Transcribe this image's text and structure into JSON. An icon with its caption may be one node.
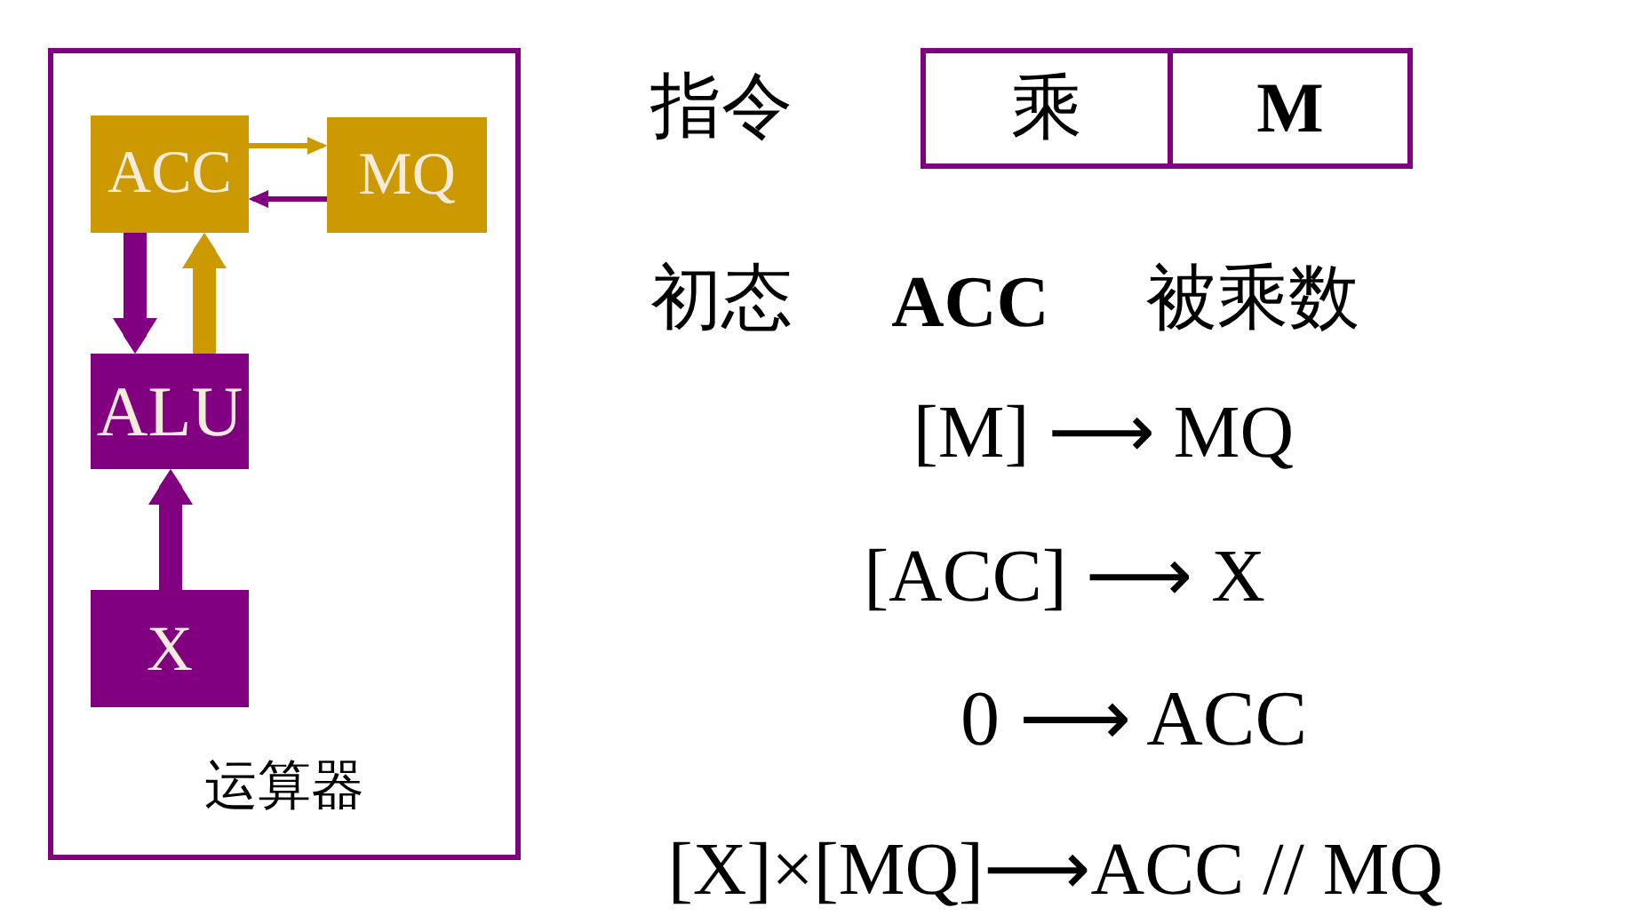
{
  "diagram": {
    "nodes": [
      {
        "text": [
          "运算器"
        ]
      },
      {
        "text": [
          "ACC"
        ],
        "in": 0
      },
      {
        "text": [
          "MQ"
        ],
        "in": 0
      },
      {
        "text": [
          "ALU"
        ],
        "in": 0
      },
      {
        "text": [
          "X"
        ],
        "in": 0
      },
      {
        "text": [
          "乘"
        ]
      },
      {
        "text": [
          "M"
        ]
      }
    ],
    "edges": [
      {
        "from": 1,
        "to": 2,
        "arrow": "to",
        "color": "#cc9900"
      },
      {
        "from": 2,
        "to": 1,
        "arrow": "to"
      },
      {
        "from": 1,
        "to": 3,
        "arrow": "to"
      },
      {
        "from": 3,
        "to": 1,
        "arrow": "to",
        "color": "#cc9900"
      },
      {
        "from": 4,
        "to": 3,
        "arrow": "to"
      }
    ],
    "labels": [
      "指令",
      "初态",
      "ACC",
      "被乘数",
      "[M] ⟶ MQ",
      "[ACC] ⟶ X",
      "0 ⟶ ACC",
      "[X]×[MQ]⟶ACC // MQ"
    ]
  }
}
